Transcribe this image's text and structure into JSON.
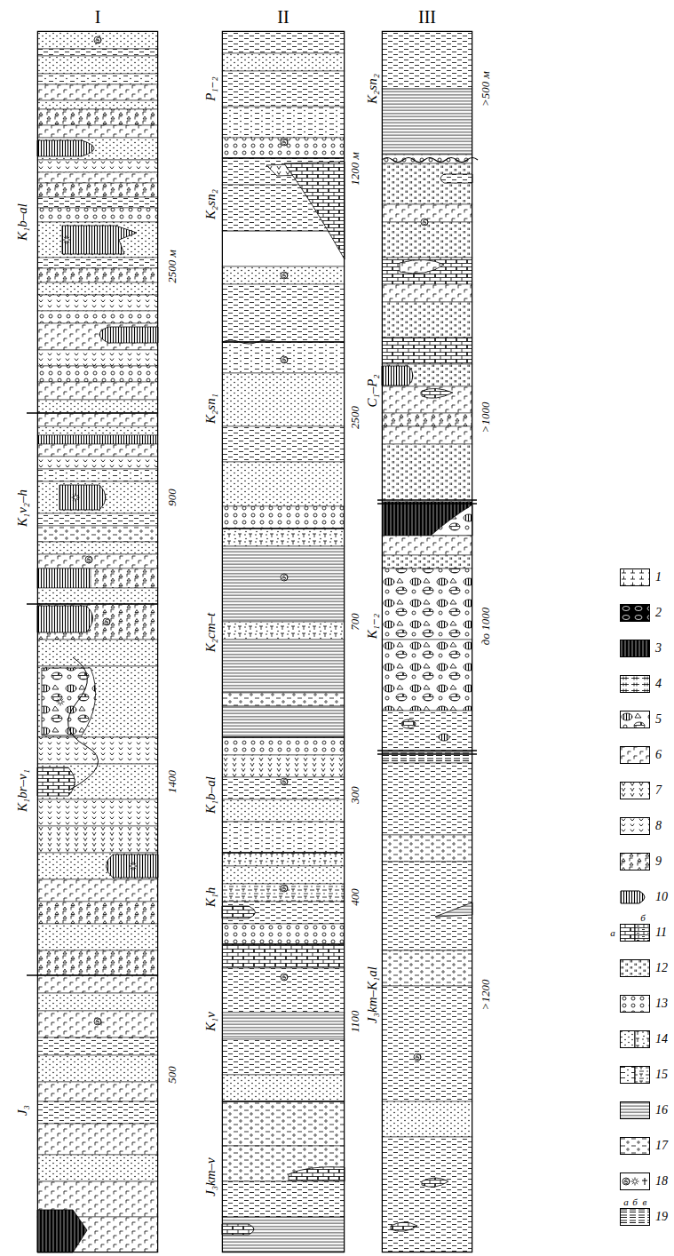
{
  "diagram": {
    "nodes": [
      {
        "text": [
          "I"
        ]
      },
      {
        "text": [
          "II"
        ]
      },
      {
        "text": [
          "III"
        ]
      }
    ],
    "labels": [
      "K₁b–al",
      "2500 м",
      "K₁v₂–h",
      "900",
      "K₁br–v₁",
      "1400",
      "J₃",
      "500",
      "P₁₋₂",
      "1200 м",
      "K₂sn₂",
      "K₂sn₁",
      "2500",
      "K₂cm–t",
      "700",
      "K₁b–al",
      "300",
      "K₁h",
      "400",
      "K₁v",
      "1100",
      "J₃km–v",
      "K₂sn₂",
      ">500 м",
      "C₁–P₂",
      ">1000",
      "K₁₋₂",
      "до 1000",
      "J₃km–K₁al",
      ">1200",
      "а",
      "б",
      "а",
      "б",
      "в"
    ],
    "legend": [
      {
        "text": "1"
      },
      {
        "text": "2"
      },
      {
        "text": "3"
      },
      {
        "text": "4"
      },
      {
        "text": "5"
      },
      {
        "text": "6"
      },
      {
        "text": "7"
      },
      {
        "text": "8"
      },
      {
        "text": "9"
      },
      {
        "text": "10"
      },
      {
        "text": "11"
      },
      {
        "text": "12"
      },
      {
        "text": "13"
      },
      {
        "text": "14"
      },
      {
        "text": "15"
      },
      {
        "text": "16"
      },
      {
        "text": "17"
      },
      {
        "text": "18"
      },
      {
        "text": "19"
      }
    ]
  }
}
